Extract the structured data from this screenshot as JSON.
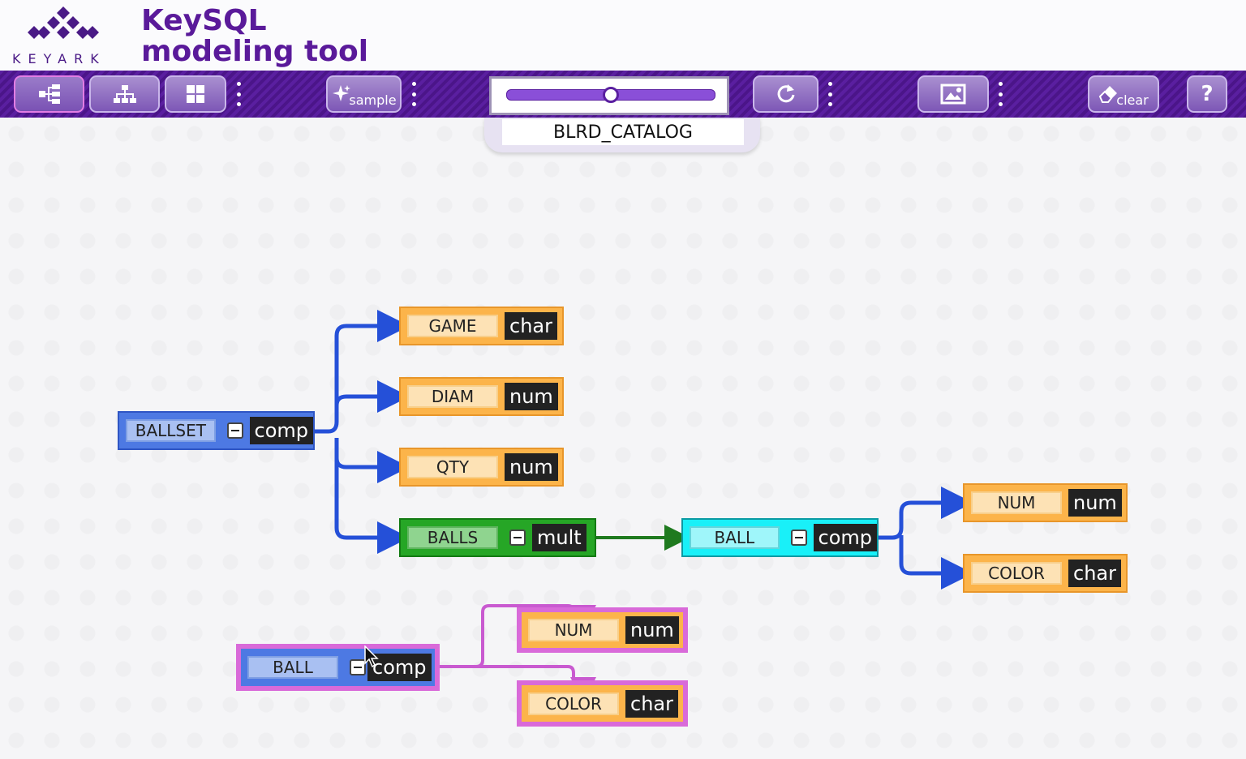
{
  "header": {
    "logo_text": "KEYARK",
    "title_line1": "KeySQL",
    "title_line2": "modeling tool"
  },
  "toolbar": {
    "sample_label": "sample",
    "clear_label": "clear",
    "help_label": "?",
    "slider_value": 0.5
  },
  "catalog": {
    "name": "BLRD_CATALOG"
  },
  "diagram": {
    "ballset": {
      "name": "BALLSET",
      "type": "comp"
    },
    "game": {
      "name": "GAME",
      "type": "char"
    },
    "diam": {
      "name": "DIAM",
      "type": "num"
    },
    "qty": {
      "name": "QTY",
      "type": "num"
    },
    "balls": {
      "name": "BALLS",
      "type": "mult"
    },
    "ball": {
      "name": "BALL",
      "type": "comp"
    },
    "ball_num": {
      "name": "NUM",
      "type": "num"
    },
    "ball_color": {
      "name": "COLOR",
      "type": "char"
    },
    "ball2": {
      "name": "BALL",
      "type": "comp"
    },
    "ball2_num": {
      "name": "NUM",
      "type": "num"
    },
    "ball2_color": {
      "name": "COLOR",
      "type": "char"
    }
  },
  "colors": {
    "brand_purple": "#5a1a9a",
    "edge_blue": "#2550d8",
    "edge_green": "#1f7a1f",
    "edge_pink": "#c95ad0"
  }
}
